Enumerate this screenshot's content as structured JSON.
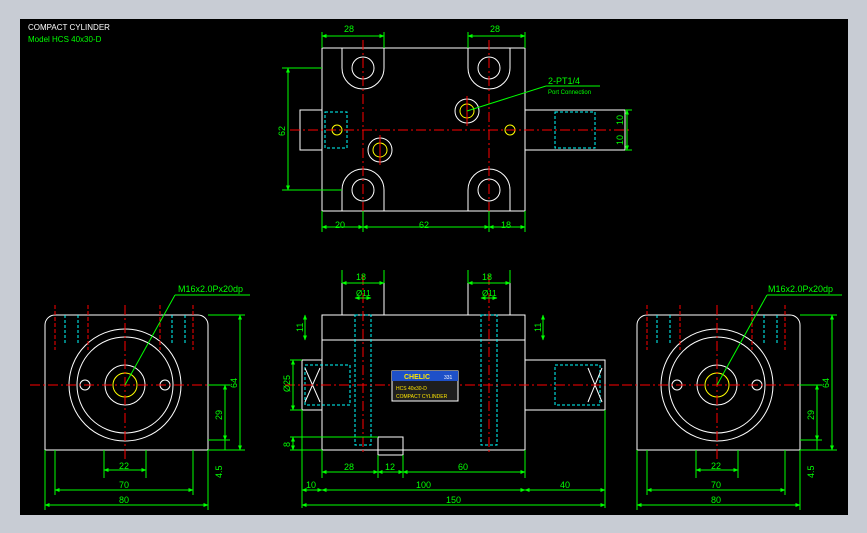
{
  "colors": {
    "frame": "#c8ccd4",
    "background": "#000000",
    "outline": "#ffffff",
    "dimension": "#00ff00",
    "centerline": "#ff0000",
    "hidden": "#00ffff",
    "leader": "#00ff00",
    "plate_blue": "#1e50c8",
    "plate_yellow": "#ffe600"
  },
  "header": {
    "title": "COMPACT CYLINDER",
    "model": "Model  HCS 40x30-D"
  },
  "top_view": {
    "dims": {
      "top_left": "28",
      "top_right": "28",
      "bottom_left": "20",
      "bottom_mid": "62",
      "bottom_right": "18",
      "left_height": "62",
      "right_a": "10",
      "right_b": "10"
    },
    "port_label": "2-PT1/4",
    "port_sub": "Port Connection"
  },
  "front_view": {
    "dims": {
      "top_left": "18",
      "top_right": "18",
      "hole_left": "Ø11",
      "hole_right": "Ø11",
      "left_top": "11",
      "right_top": "11",
      "left_dia": "Ø25",
      "left_small": "8",
      "b_28": "28",
      "b_12": "12",
      "b_60": "60",
      "b_10": "10",
      "b_100": "100",
      "b_40": "40",
      "b_150": "150"
    },
    "plate": {
      "brand": "CHELIC",
      "number": "331",
      "line1": "HCS 40x30-D",
      "line2": "COMPACT CYLINDER"
    }
  },
  "left_end_view": {
    "thread": "M16x2.0Px20dp",
    "dims": {
      "w22": "22",
      "w70": "70",
      "w80": "80",
      "h64": "64",
      "h29": "29",
      "h45": "4.5"
    }
  },
  "right_end_view": {
    "thread": "M16x2.0Px20dp",
    "dims": {
      "w22": "22",
      "w70": "70",
      "w80": "80",
      "h64": "64",
      "h29": "29",
      "h45": "4.5"
    }
  }
}
